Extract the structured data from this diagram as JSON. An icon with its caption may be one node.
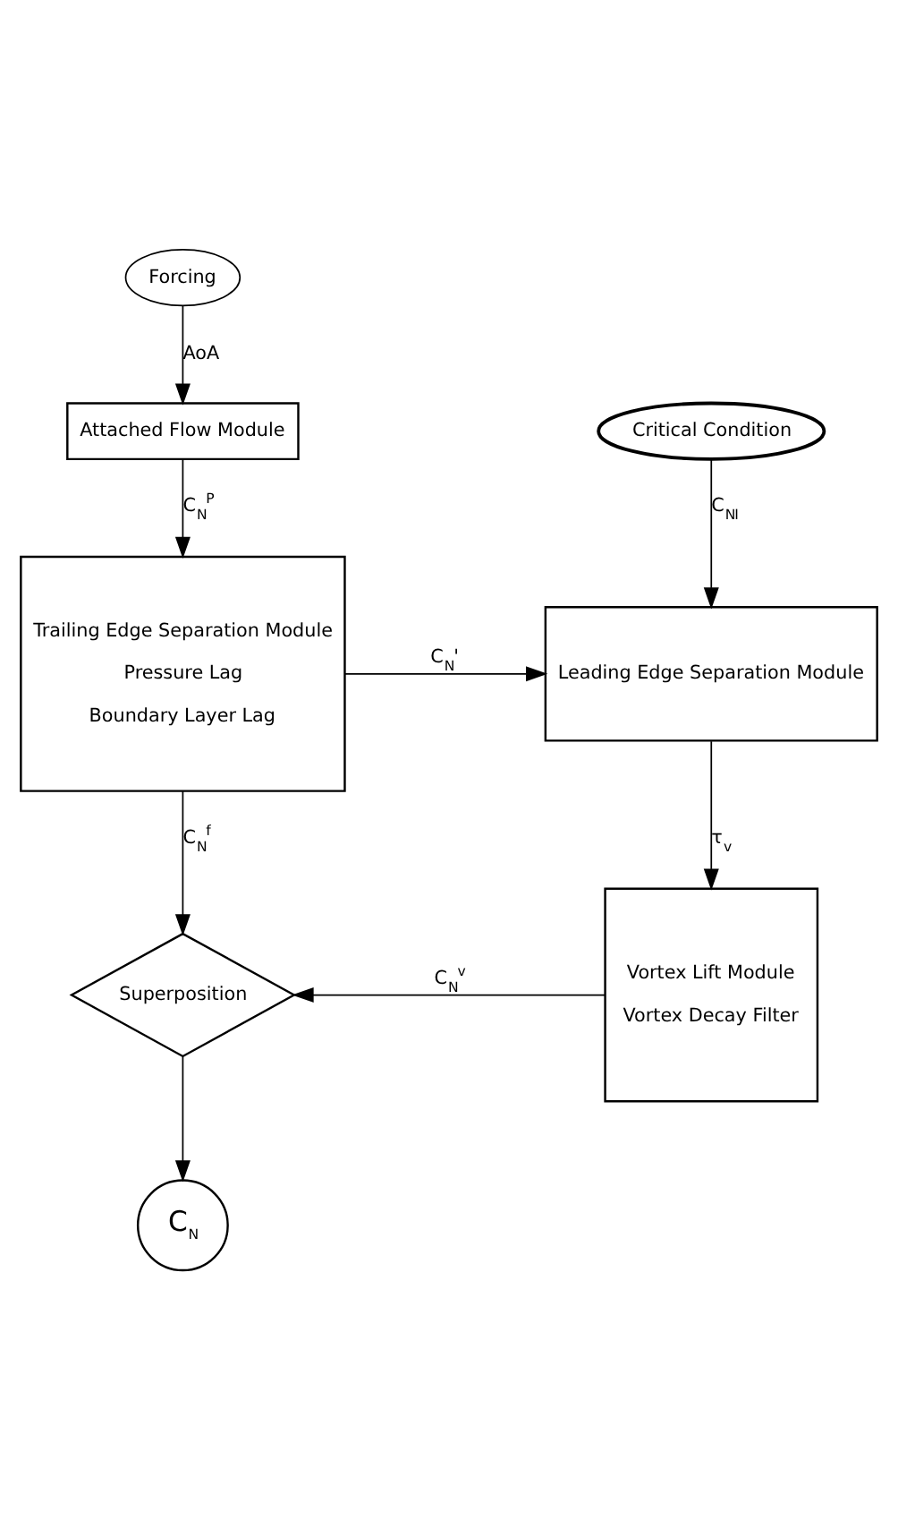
{
  "diagram": {
    "nodes": [
      {
        "text": [
          "Forcing"
        ]
      },
      {
        "text": [
          "Attached Flow Module"
        ]
      },
      {
        "text": [
          "Trailing Edge Separation Module",
          "Pressure Lag",
          "Boundary Layer Lag"
        ]
      },
      {
        "text": [
          "Critical Condition"
        ]
      },
      {
        "text": [
          "Leading Edge Separation Module"
        ]
      },
      {
        "text": [
          "Vortex Lift Module",
          "Vortex Decay Filter"
        ]
      },
      {
        "text": [
          "Superposition"
        ]
      },
      {
        "text": [
          "C$_{N}$"
        ]
      }
    ],
    "edges": [
      {
        "from": 0,
        "to": 1,
        "arrow": "to",
        "label": "AoA"
      },
      {
        "from": 1,
        "to": 2,
        "arrow": "to",
        "label": "C$_{N}$$^{P}$"
      },
      {
        "from": 3,
        "to": 4,
        "arrow": "to",
        "label": "C$_{N}$$_{I}$"
      },
      {
        "from": 2,
        "to": 4,
        "arrow": "to",
        "label": "C$_{N}$'"
      },
      {
        "from": 4,
        "to": 5,
        "arrow": "to",
        "label": "τ$_{v}$"
      },
      {
        "from": 2,
        "to": 6,
        "arrow": "to",
        "label": "C$_{N}$$^{f}$"
      },
      {
        "from": 5,
        "to": 6,
        "arrow": "to",
        "label": "C$_{N}$$^{v}$"
      },
      {
        "from": 6,
        "to": 7,
        "arrow": "to"
      }
    ]
  }
}
